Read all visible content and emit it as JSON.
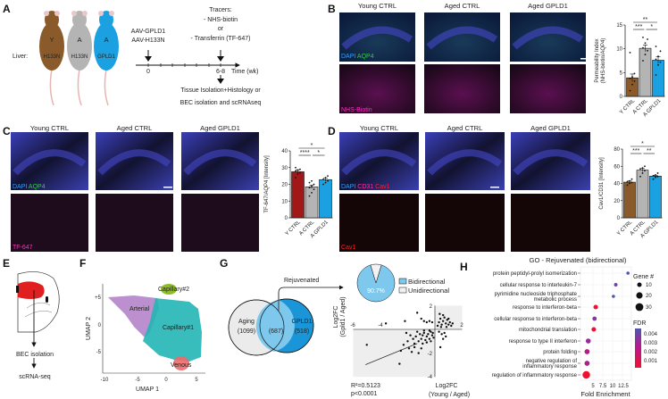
{
  "panels": {
    "a": "A",
    "b": "B",
    "c": "C",
    "d": "D",
    "e": "E",
    "f": "F",
    "g": "G",
    "h": "H"
  },
  "panel_a": {
    "mice": [
      {
        "letter": "Y",
        "liver": "H133N",
        "color": "#8B5A2B"
      },
      {
        "letter": "A",
        "liver": "H133N",
        "color": "#B4B4B4"
      },
      {
        "letter": "A",
        "liver": "GPLD1",
        "color": "#1BA1E2"
      }
    ],
    "liver_label": "Liver:",
    "aav1": "AAV-GPLD1",
    "aav2": "AAV-H133N",
    "tracers": "Tracers:",
    "tracer1": "- NHS-biotin",
    "or": "or",
    "tracer2": "- Transferrin (TF-647)",
    "t0": "0",
    "t_end": "6-8",
    "time_label": "Time (wk)",
    "outcome1": "Tissue Isolation+Histology or",
    "outcome2": "BEC isolation and scRNAseq"
  },
  "columns": [
    "Young CTRL",
    "Aged CTRL",
    "Aged GPLD1"
  ],
  "panel_b": {
    "stain_top_1": "DAPI",
    "stain_top_2": "AQP4",
    "stain_bottom": "NHS-Biotin"
  },
  "panel_c": {
    "stain_top_1": "DAPI",
    "stain_top_2": "AQP4",
    "stain_bottom": "TF-647"
  },
  "panel_d": {
    "stain_top_1": "DAPI",
    "stain_top_2": "CD31",
    "stain_top_3": "Cav1",
    "stain_bottom": "Cav1"
  },
  "chart_data": [
    {
      "id": "b",
      "type": "bar",
      "title": "",
      "ylabel_1": "Permeability Index",
      "ylabel_2": "(NHS-biotin/AQP4)",
      "categories": [
        "Y CTRL",
        "A CTRL",
        "A GPLD1"
      ],
      "colors": [
        "#8B5A2B",
        "#B4B4B4",
        "#1BA1E2"
      ],
      "values": [
        3.9,
        10.1,
        7.6
      ],
      "errors": [
        0.8,
        0.7,
        0.7
      ],
      "points": [
        [
          1.2,
          2.5,
          3.2,
          3.8,
          4.1,
          4.8,
          9.2
        ],
        [
          7.5,
          8.8,
          9.6,
          10.2,
          11.2,
          12.0,
          12.4
        ],
        [
          4.5,
          6.6,
          7.2,
          7.8,
          8.4,
          9.5,
          10.5
        ]
      ],
      "ylim": [
        0,
        15
      ],
      "yticks": [
        "0",
        "5",
        "10",
        "15"
      ],
      "sig": [
        {
          "from": 0,
          "to": 2,
          "label": "**",
          "level": 2
        },
        {
          "from": 0,
          "to": 1,
          "label": "***",
          "level": 1
        },
        {
          "from": 1,
          "to": 2,
          "label": "*",
          "level": 1
        }
      ]
    },
    {
      "id": "c",
      "type": "bar",
      "ylabel_1": "TF-647/AQP4 [Intensity]",
      "ylabel_2": "",
      "categories": [
        "Y CTRL",
        "A CTRL",
        "A GPLD1"
      ],
      "colors": [
        "#A01818",
        "#B4B4B4",
        "#1BA1E2"
      ],
      "values": [
        27.5,
        18.5,
        22.8
      ],
      "errors": [
        1.2,
        1.0,
        1.0
      ],
      "points": [
        [
          24,
          26,
          27,
          28,
          28.5,
          29,
          30
        ],
        [
          13,
          15,
          17,
          18,
          19,
          20,
          21,
          22
        ],
        [
          20,
          21,
          22,
          23,
          24,
          25
        ]
      ],
      "ylim": [
        0,
        40
      ],
      "yticks": [
        "0",
        "10",
        "20",
        "30",
        "40"
      ],
      "sig": [
        {
          "from": 0,
          "to": 2,
          "label": "*",
          "level": 2
        },
        {
          "from": 0,
          "to": 1,
          "label": "****",
          "level": 1
        },
        {
          "from": 1,
          "to": 2,
          "label": "*",
          "level": 1
        }
      ]
    },
    {
      "id": "d",
      "type": "bar",
      "ylabel_1": "Cav1/CD31 [Intensity]",
      "ylabel_2": "",
      "categories": [
        "Y CTRL",
        "A CTRL",
        "A GPLD1"
      ],
      "colors": [
        "#8B5A2B",
        "#B4B4B4",
        "#1BA1E2"
      ],
      "values": [
        41.5,
        55.5,
        48.5
      ],
      "errors": [
        1.3,
        1.8,
        1.0
      ],
      "points": [
        [
          38,
          40,
          41,
          42,
          43,
          45
        ],
        [
          48,
          52,
          55,
          57,
          58,
          60
        ],
        [
          45,
          47,
          48,
          49,
          50,
          52
        ]
      ],
      "ylim": [
        0,
        80
      ],
      "yticks": [
        "0",
        "20",
        "40",
        "60",
        "80"
      ],
      "sig": [
        {
          "from": 0,
          "to": 2,
          "label": "*",
          "level": 2
        },
        {
          "from": 0,
          "to": 1,
          "label": "***",
          "level": 1
        },
        {
          "from": 1,
          "to": 2,
          "label": "**",
          "level": 1
        }
      ]
    },
    {
      "id": "g_pie",
      "type": "pie",
      "slices": [
        {
          "label": "Bidirectional",
          "value": 90.7,
          "color": "#7EC8EE"
        },
        {
          "label": "Unidirectional",
          "value": 9.3,
          "color": "#F2F2F2"
        }
      ],
      "center_label": "90.7%"
    },
    {
      "id": "g_scatter",
      "type": "scatter",
      "xlabel_1": "Log2FC",
      "xlabel_2": "(Young / Aged)",
      "ylabel_1": "Log2FC",
      "ylabel_2": "(Gpld1 / Aged)",
      "xlim": [
        -6,
        2
      ],
      "ylim": [
        -4,
        2
      ],
      "xticks": [
        "-6",
        "-4",
        "2"
      ],
      "yticks": [
        "2",
        "-2",
        "-4"
      ],
      "r2": "R²=0.5123",
      "p": "p<0.0001",
      "fit": {
        "slope": 0.47,
        "intercept": -0.58,
        "x_range": [
          -5.1,
          -1.3
        ]
      },
      "points": [
        [
          -5,
          -1.3
        ],
        [
          -2.6,
          -2.9
        ],
        [
          -3.6,
          0.5
        ],
        [
          -2.2,
          0.7
        ],
        [
          -1.3,
          1.4
        ],
        [
          -1,
          0.9
        ],
        [
          -0.8,
          0.7
        ],
        [
          -0.6,
          0.6
        ],
        [
          -0.4,
          0.7
        ],
        [
          -0.2,
          0.6
        ],
        [
          -1.9,
          -1.6
        ],
        [
          -1.7,
          -1.9
        ],
        [
          -2.3,
          -1.3
        ],
        [
          -2.0,
          -1.0
        ],
        [
          -1.5,
          -1.2
        ],
        [
          -1.2,
          -1.0
        ],
        [
          -1.0,
          -0.8
        ],
        [
          -0.9,
          -0.5
        ],
        [
          -0.8,
          -0.3
        ],
        [
          -0.7,
          -0.9
        ],
        [
          -0.6,
          -0.6
        ],
        [
          -0.5,
          -0.4
        ],
        [
          -0.4,
          -0.8
        ],
        [
          -0.3,
          -0.2
        ],
        [
          -0.2,
          -0.5
        ],
        [
          -0.1,
          -0.7
        ],
        [
          -1.4,
          -0.6
        ],
        [
          -1.1,
          -0.4
        ],
        [
          -0.9,
          -1.2
        ],
        [
          -0.6,
          -1.1
        ],
        [
          -0.3,
          -1.0
        ],
        [
          -1.6,
          -0.8
        ],
        [
          -1.3,
          -0.2
        ],
        [
          -0.8,
          -0.1
        ],
        [
          -0.4,
          -0.1
        ],
        [
          -1.8,
          -0.5
        ],
        [
          -2.1,
          -0.3
        ],
        [
          -0.15,
          -0.3
        ],
        [
          0.3,
          -0.2
        ],
        [
          0.5,
          -0.4
        ],
        [
          0.6,
          -0.8
        ],
        [
          0.8,
          -0.6
        ],
        [
          0.4,
          -1.5
        ],
        [
          0.7,
          -0.3
        ],
        [
          0.2,
          0.3
        ],
        [
          0.3,
          0.6
        ],
        [
          0.4,
          0.9
        ],
        [
          0.5,
          0.4
        ],
        [
          0.6,
          0.7
        ],
        [
          0.7,
          1.0
        ],
        [
          0.8,
          0.5
        ],
        [
          0.9,
          0.8
        ],
        [
          1.0,
          0.4
        ],
        [
          1.1,
          0.6
        ],
        [
          1.2,
          0.3
        ],
        [
          1.3,
          0.5
        ],
        [
          0.35,
          1.3
        ],
        [
          0.6,
          1.2
        ],
        [
          0.45,
          0.2
        ],
        [
          0.85,
          0.2
        ],
        [
          1.0,
          0.9
        ],
        [
          -1.2,
          -2.0
        ],
        [
          -1.0,
          -1.6
        ],
        [
          -1.5,
          -1.5
        ],
        [
          -2.5,
          -1.8
        ]
      ]
    },
    {
      "id": "h",
      "type": "scatter",
      "title": "GO - Rejuvenated (bidirectional)",
      "xlabel": "Fold Enrichment",
      "xticks": [
        "5",
        "7.5",
        "10",
        "12.5"
      ],
      "size_legend_title": "Gene #",
      "size_legend": [
        "10",
        "20",
        "30"
      ],
      "color_legend_title": "FDR",
      "color_legend": [
        "0.004",
        "0.003",
        "0.002",
        "0.001"
      ],
      "terms": [
        {
          "term": "protein peptidyl-prolyl isomerization",
          "fe": 13.9,
          "genes": 5,
          "fdr": 0.0045
        },
        {
          "term": "cellular response to interleukin-7",
          "fe": 10.8,
          "genes": 6,
          "fdr": 0.0038
        },
        {
          "term": "pyrimidine nucleoside triphosphate",
          "term2": "metabolic process",
          "fe": 10.2,
          "genes": 5,
          "fdr": 0.0045
        },
        {
          "term": "response to interferon-beta",
          "fe": 5.7,
          "genes": 10,
          "fdr": 0.0005
        },
        {
          "term": "cellular response to interferon-beta",
          "fe": 5.4,
          "genes": 9,
          "fdr": 0.0035
        },
        {
          "term": "mitochondrial translation",
          "fe": 5.2,
          "genes": 10,
          "fdr": 0.0006
        },
        {
          "term": "response to type II interferon",
          "fe": 3.8,
          "genes": 12,
          "fdr": 0.003
        },
        {
          "term": "protein folding",
          "fe": 3.5,
          "genes": 13,
          "fdr": 0.0022
        },
        {
          "term": "negative regulation of",
          "term2": "inflammatory response",
          "fe": 3.5,
          "genes": 13,
          "fdr": 0.0025
        },
        {
          "term": "regulation of inflammatory response",
          "fe": 3.3,
          "genes": 28,
          "fdr": 0.0005
        }
      ]
    }
  ],
  "panel_e": {
    "step1": "BEC isolation",
    "step2": "scRNA-seq"
  },
  "panel_f": {
    "xlabel": "UMAP 1",
    "ylabel": "UMAP 2",
    "xticks": [
      "-10",
      "-5",
      "0",
      "5"
    ],
    "yticks": [
      "+5",
      "0",
      "-5"
    ],
    "clusters": [
      {
        "name": "Capillary#2",
        "color": "#8DBB2A"
      },
      {
        "name": "Arterial",
        "color": "#B07CC6"
      },
      {
        "name": "Capillary#1",
        "color": "#22B5B5"
      },
      {
        "name": "Venous",
        "color": "#EE6A6A"
      }
    ]
  },
  "panel_g": {
    "aging": "Aging",
    "aging_n": "(1099)",
    "overlap_n": "(687)",
    "gpld1": "GPLD1",
    "gpld1_n": "(518)",
    "rejuvenated": "Rejuvenated"
  }
}
